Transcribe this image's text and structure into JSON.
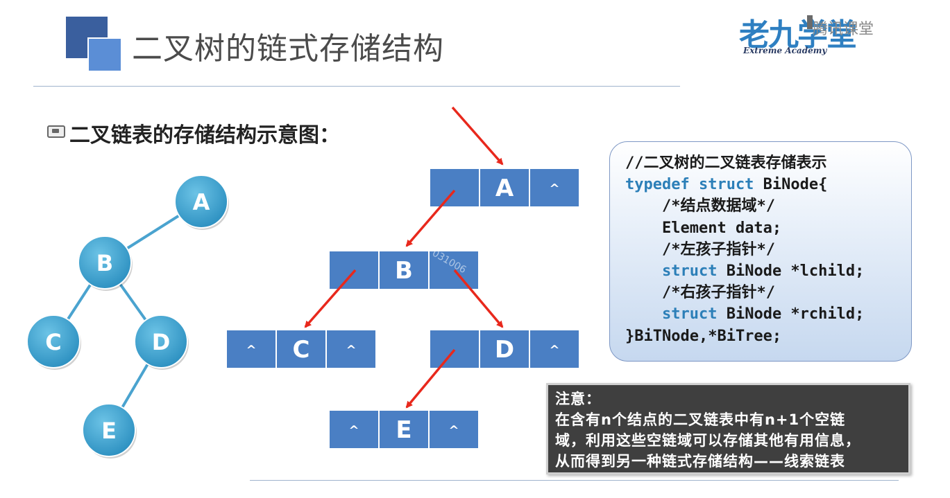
{
  "title": "二叉树的链式存储结构",
  "logo": {
    "main_text": "老九学堂",
    "sub_text": "Extreme Academy",
    "overlay_text": "腾讯课堂"
  },
  "section_heading": "二叉链表的存储结构示意图：",
  "tree": {
    "nodes": [
      {
        "id": "A",
        "label": "A"
      },
      {
        "id": "B",
        "label": "B"
      },
      {
        "id": "C",
        "label": "C"
      },
      {
        "id": "D",
        "label": "D"
      },
      {
        "id": "E",
        "label": "E"
      }
    ],
    "edges": [
      [
        "A",
        "B"
      ],
      [
        "B",
        "C"
      ],
      [
        "B",
        "D"
      ],
      [
        "D",
        "E"
      ]
    ],
    "node_color": "#3aa0cc"
  },
  "linked": {
    "cell_color": "#4a7fc4",
    "null_symbol": "^",
    "nodes": [
      {
        "id": "A",
        "left": "",
        "data": "A",
        "right": "^"
      },
      {
        "id": "B",
        "left": "",
        "data": "B",
        "right": ""
      },
      {
        "id": "C",
        "left": "^",
        "data": "C",
        "right": "^"
      },
      {
        "id": "D",
        "left": "",
        "data": "D",
        "right": "^"
      },
      {
        "id": "E",
        "left": "^",
        "data": "E",
        "right": "^"
      }
    ],
    "watermark": "031006",
    "arrow_color": "#e8281c"
  },
  "code": {
    "lines": [
      {
        "parts": [
          {
            "t": "//二叉树的二叉链表存储表示",
            "kw": false
          }
        ]
      },
      {
        "parts": [
          {
            "t": "typedef struct",
            "kw": true
          },
          {
            "t": " BiNode{",
            "kw": false
          }
        ]
      },
      {
        "parts": [
          {
            "t": "    /*结点数据域*/",
            "kw": false
          }
        ]
      },
      {
        "parts": [
          {
            "t": "    Element data;",
            "kw": false
          }
        ]
      },
      {
        "parts": [
          {
            "t": "    /*左孩子指针*/",
            "kw": false
          }
        ]
      },
      {
        "parts": [
          {
            "t": "    ",
            "kw": false
          },
          {
            "t": "struct",
            "kw": true
          },
          {
            "t": " BiNode *lchild;",
            "kw": false
          }
        ]
      },
      {
        "parts": [
          {
            "t": "    /*右孩子指针*/",
            "kw": false
          }
        ]
      },
      {
        "parts": [
          {
            "t": "    ",
            "kw": false
          },
          {
            "t": "struct",
            "kw": true
          },
          {
            "t": " BiNode *rchild;",
            "kw": false
          }
        ]
      },
      {
        "parts": [
          {
            "t": "}BiTNode,*BiTree;",
            "kw": false
          }
        ]
      }
    ]
  },
  "note": {
    "lines": [
      "注意：",
      "在含有n个结点的二叉链表中有n+1个空链",
      "域，利用这些空链域可以存储其他有用信息，",
      "从而得到另一种链式存储结构——线索链表"
    ]
  }
}
